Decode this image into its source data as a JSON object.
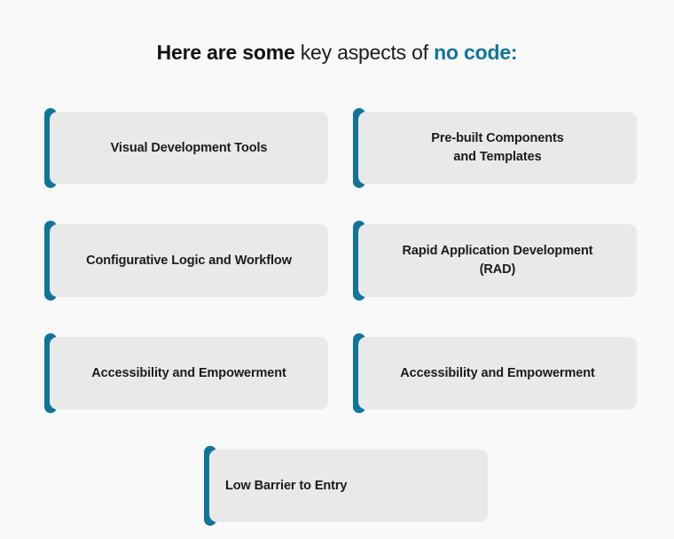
{
  "heading": {
    "segments": [
      {
        "text": "Here are some ",
        "style": "bold"
      },
      {
        "text": "key aspects of ",
        "style": "regular"
      },
      {
        "text": "no code:",
        "style": "accent"
      }
    ],
    "bold_part": "Here are some ",
    "regular_part": "key aspects of ",
    "accent_part": "no code:"
  },
  "colors": {
    "background": "#f9f9f9",
    "card_body": "#e9e9e9",
    "accent": "#10759b",
    "text": "#1b1b1b"
  },
  "cards": [
    {
      "id": "visual-development-tools",
      "label": "Visual Development Tools",
      "column": "left",
      "row": 1,
      "align": "center"
    },
    {
      "id": "pre-built-components-and-templates",
      "label": "Pre-built Components\nand Templates",
      "column": "right",
      "row": 1,
      "align": "center"
    },
    {
      "id": "configurative-logic-and-workflow",
      "label": "Configurative Logic and Workflow",
      "column": "left",
      "row": 2,
      "align": "center"
    },
    {
      "id": "rapid-application-development-rad",
      "label": "Rapid Application Development\n(RAD)",
      "column": "right",
      "row": 2,
      "align": "center"
    },
    {
      "id": "accessibility-and-empowerment-left",
      "label": "Accessibility and Empowerment",
      "column": "left",
      "row": 3,
      "align": "center"
    },
    {
      "id": "accessibility-and-empowerment-right",
      "label": "Accessibility and Empowerment",
      "column": "right",
      "row": 3,
      "align": "center"
    },
    {
      "id": "low-barrier-to-entry",
      "label": "Low Barrier to Entry",
      "column": "center",
      "row": 4,
      "align": "left"
    }
  ]
}
